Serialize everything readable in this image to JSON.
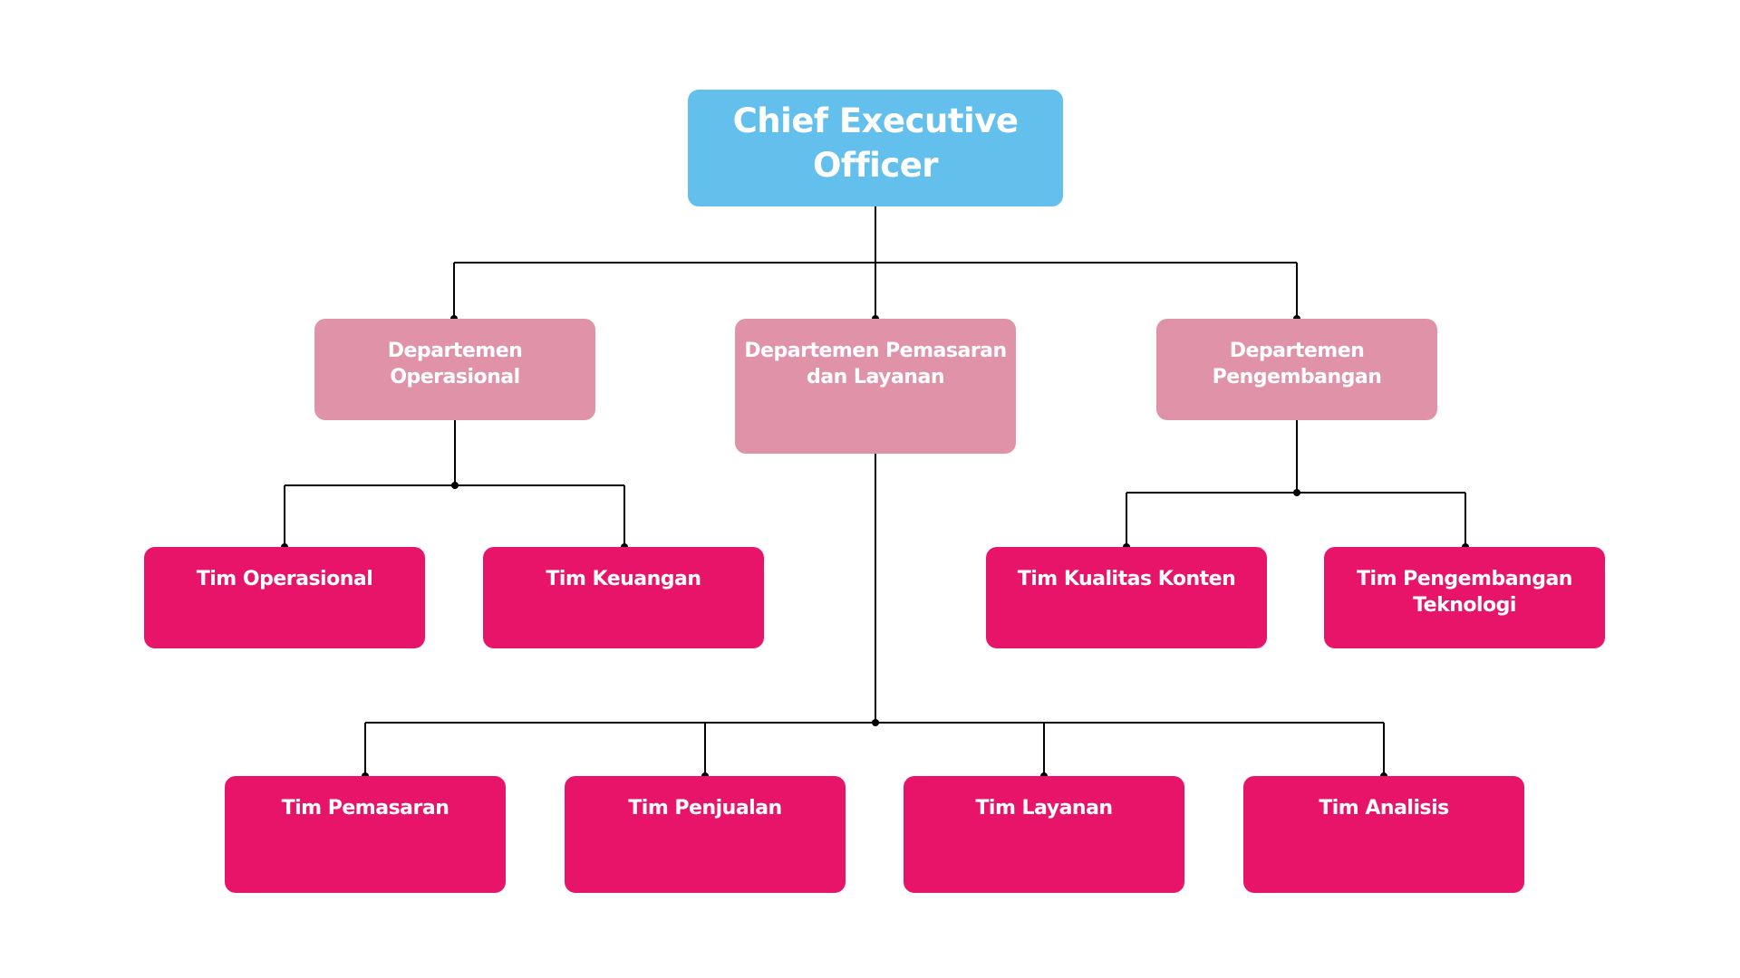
{
  "ceo": {
    "label": "Chief Executive Officer"
  },
  "departments": [
    {
      "label": "Departemen Operasional"
    },
    {
      "label": "Departemen Pemasaran dan Layanan"
    },
    {
      "label": "Departemen Pengembangan"
    }
  ],
  "teams": [
    {
      "label": "Tim Operasional"
    },
    {
      "label": "Tim Keuangan"
    },
    {
      "label": "Tim Kualitas Konten"
    },
    {
      "label": "Tim Pengembangan Teknologi"
    },
    {
      "label": "Tim Pemasaran"
    },
    {
      "label": "Tim Penjualan"
    },
    {
      "label": "Tim Layanan"
    },
    {
      "label": "Tim Analisis"
    }
  ],
  "colors": {
    "ceo": "#63bfeb",
    "department": "#e092a8",
    "team": "#e8146a",
    "connector": "#000000"
  }
}
